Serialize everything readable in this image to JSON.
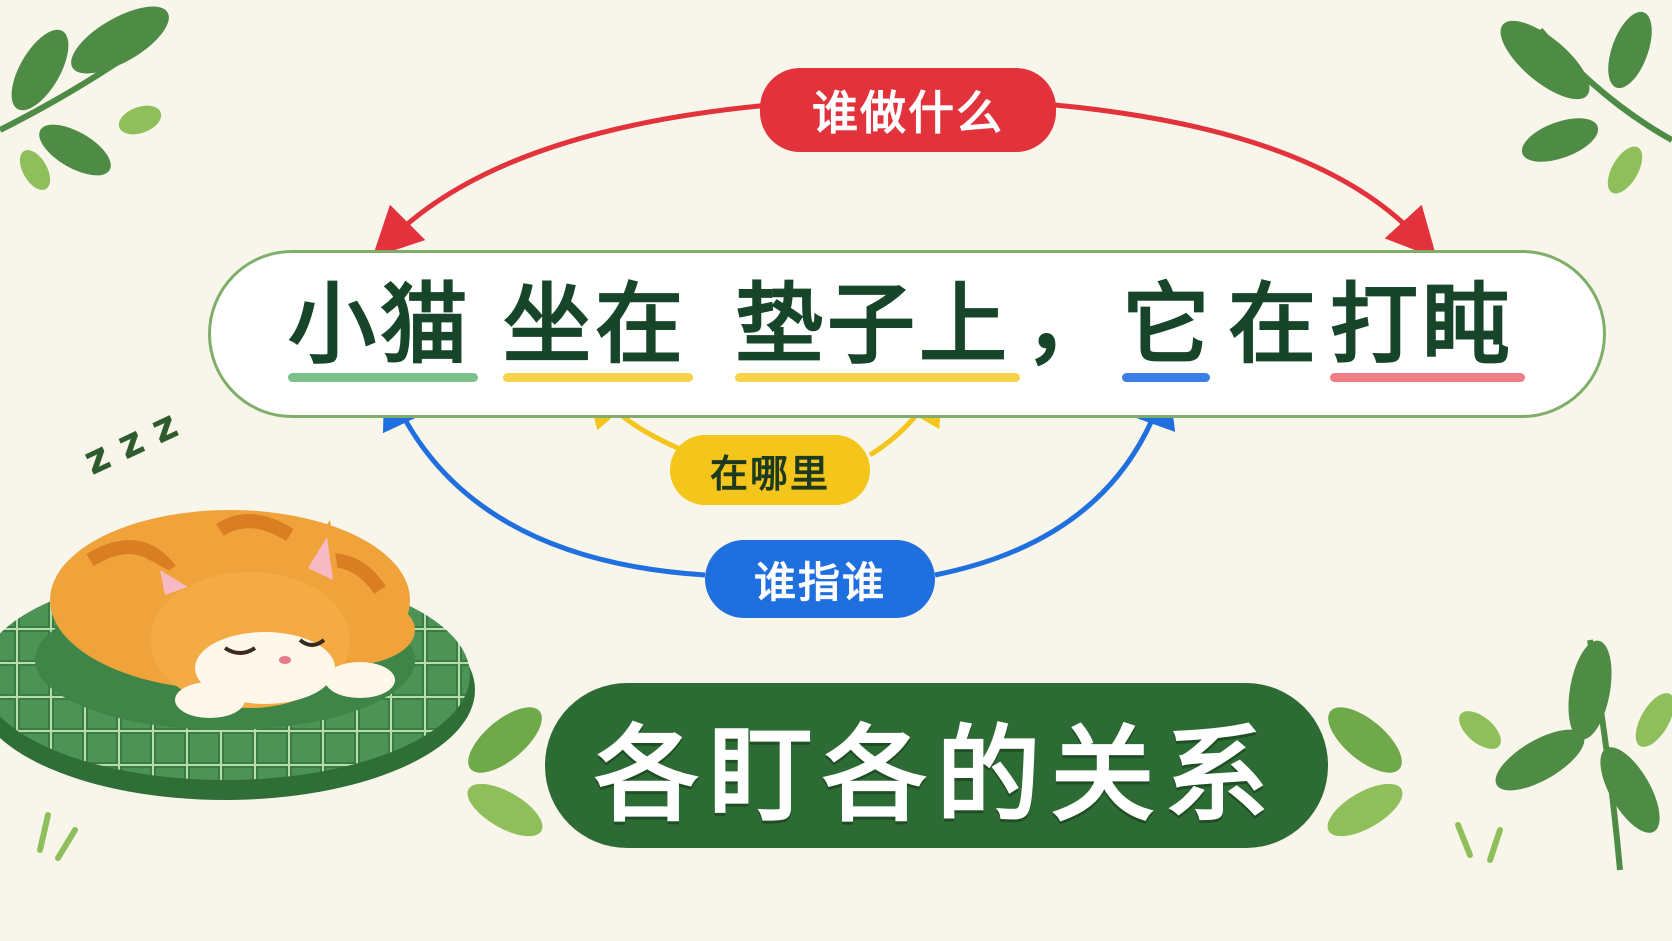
{
  "labels": {
    "who_does_what": "谁做什么",
    "where": "在哪里",
    "who_refers": "谁指谁"
  },
  "sentence": {
    "words": [
      "小猫",
      "坐在",
      "垫子上",
      "，",
      "它",
      "在",
      "打盹"
    ]
  },
  "title": "各盯各的关系",
  "sleep_text": "z z z",
  "colors": {
    "red": "#e2323b",
    "yellow": "#f4c51b",
    "blue": "#1f6fde",
    "green_dark": "#2d6b34",
    "underline_green": "#7cc08a",
    "underline_yellow": "#f6d24a",
    "underline_blue": "#3b7fe6",
    "underline_red": "#f07d86"
  },
  "icons": [
    "leaf-sprig-icon",
    "sleeping-cat-icon",
    "cushion-icon"
  ]
}
